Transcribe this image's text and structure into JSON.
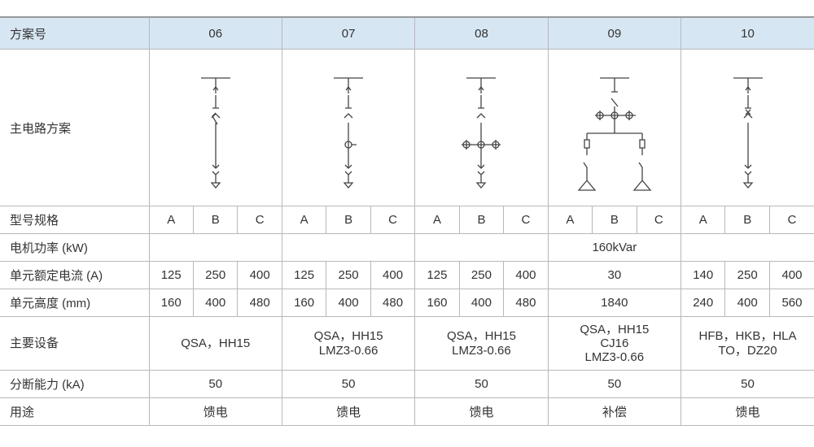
{
  "header": {
    "label": "方案号",
    "schemes": [
      "06",
      "07",
      "08",
      "09",
      "10"
    ]
  },
  "circuit_row": {
    "label": "主电路方案",
    "diagrams": [
      "feeder-fuse-switch-icon",
      "feeder-ct-icon",
      "feeder-3ct-icon",
      "capacitor-compensation-icon",
      "feeder-breaker-icon"
    ]
  },
  "model_row": {
    "label": "型号规格",
    "subs": [
      "A",
      "B",
      "C"
    ]
  },
  "power_row": {
    "label": "电机功率 (kW)",
    "s09": "160kVar"
  },
  "current_row": {
    "label": "单元额定电流 (A)",
    "s06": [
      "125",
      "250",
      "400"
    ],
    "s07": [
      "125",
      "250",
      "400"
    ],
    "s08": [
      "125",
      "250",
      "400"
    ],
    "s09": "30",
    "s10": [
      "140",
      "250",
      "400"
    ]
  },
  "height_row": {
    "label": "单元高度 (mm)",
    "s06": [
      "160",
      "400",
      "480"
    ],
    "s07": [
      "160",
      "400",
      "480"
    ],
    "s08": [
      "160",
      "400",
      "480"
    ],
    "s09": "1840",
    "s10": [
      "240",
      "400",
      "560"
    ]
  },
  "equip_row": {
    "label": "主要设备",
    "values": [
      [
        "QSA，HH15"
      ],
      [
        "QSA，HH15",
        "LMZ3-0.66"
      ],
      [
        "QSA，HH15",
        "LMZ3-0.66"
      ],
      [
        "QSA，HH15",
        "CJ16",
        "LMZ3-0.66"
      ],
      [
        "HFB，HKB，HLA",
        "TO，DZ20"
      ]
    ]
  },
  "breaking_row": {
    "label": "分断能力 (kA)",
    "values": [
      "50",
      "50",
      "50",
      "50",
      "50"
    ]
  },
  "usage_row": {
    "label": "用途",
    "values": [
      "馈电",
      "馈电",
      "馈电",
      "补偿",
      "馈电"
    ]
  }
}
